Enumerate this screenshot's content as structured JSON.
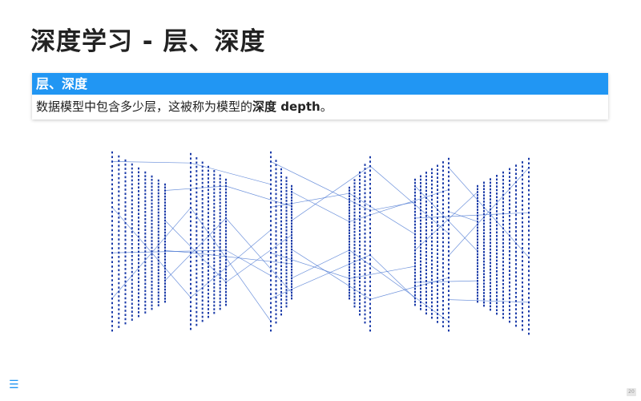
{
  "slide": {
    "title": "深度学习 - 层、深度",
    "page_number": "20"
  },
  "box": {
    "header": "层、深度",
    "text_before": "数据模型中包含多少层，这被称为模型的",
    "text_bold": "深度 depth",
    "text_after": "。"
  },
  "figure": {
    "node_color": "#1a3aa8",
    "edge_color": "#3f6fd0",
    "accent": "#2196f3"
  },
  "icons": {
    "menu": "hamburger-menu-icon"
  }
}
